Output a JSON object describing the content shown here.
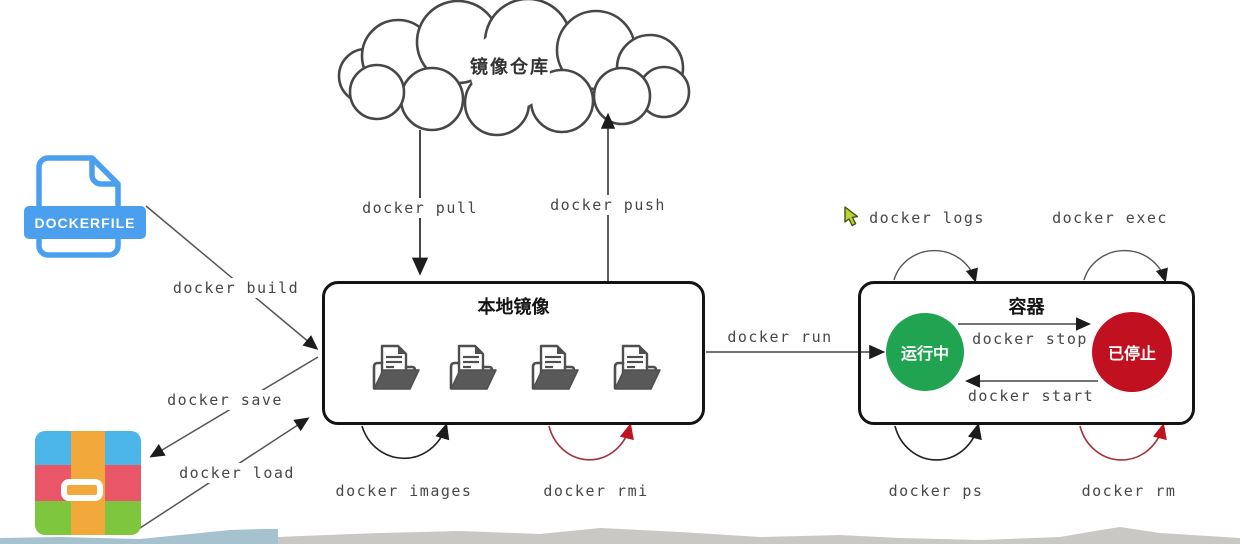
{
  "cloud": {
    "label": "镜像仓库"
  },
  "dockerfile_icon": {
    "label": "DOCKERFILE"
  },
  "local_images_box": {
    "title": "本地镜像"
  },
  "container_box": {
    "title": "容器",
    "state_running": "运行中",
    "state_stopped": "已停止"
  },
  "commands": {
    "build": "docker build",
    "save": "docker save",
    "load": "docker load",
    "pull": "docker pull",
    "push": "docker push",
    "run": "docker run",
    "images": "docker images",
    "rmi": "docker rmi",
    "stop": "docker stop",
    "start": "docker start",
    "logs": "docker logs",
    "exec": "docker exec",
    "ps": "docker ps",
    "rm": "docker rm"
  },
  "colors": {
    "running_green": "#21a452",
    "stopped_red": "#c1101f",
    "dockerfile_blue": "#4aa0ef",
    "archive_blue": "#4cb5ea",
    "archive_red": "#e85668",
    "archive_green": "#7dc63e",
    "archive_strap_orange": "#f2a83b",
    "red_arrow": "#c1121f",
    "line_gray": "#474747"
  }
}
